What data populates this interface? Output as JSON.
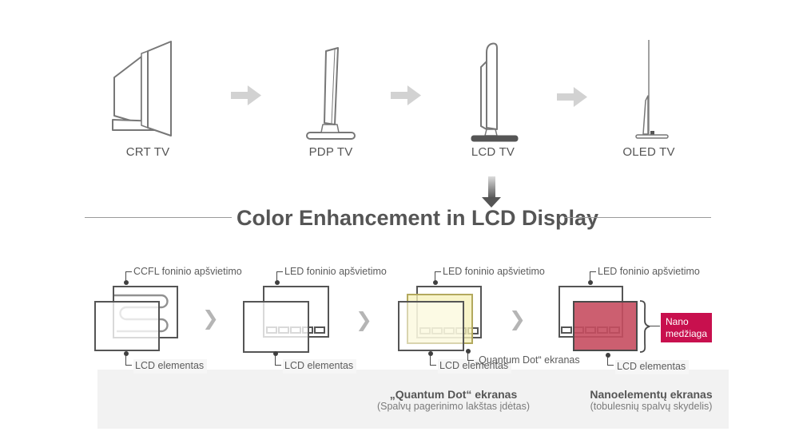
{
  "evolution": {
    "stages": [
      {
        "label": "CRT TV"
      },
      {
        "label": "PDP TV"
      },
      {
        "label": "LCD TV"
      },
      {
        "label": "OLED TV"
      }
    ]
  },
  "section_title": "Color Enhancement in LCD Display",
  "diagrams": [
    {
      "backlight_label": "CCFL foninio apšvietimo",
      "element_label": "LCD elementas"
    },
    {
      "backlight_label": "LED foninio apšvietimo",
      "element_label": "LCD elementas"
    },
    {
      "backlight_label": "LED foninio apšvietimo",
      "element_label": "LCD elementas",
      "sheet_label": "„Quantum Dot“ ekranas"
    },
    {
      "backlight_label": "LED foninio apšvietimo",
      "element_label": "LCD elementas",
      "nano_line1": "Nano",
      "nano_line2": "medžiaga"
    }
  ],
  "captions": [
    {
      "title": "„Quantum Dot“ ekranas",
      "subtitle": "(Spalvų pagerinimo lakštas įdėtas)"
    },
    {
      "title": "Nanoelementų ekranas",
      "subtitle": "(tobulesnių spalvų skydelis)"
    }
  ],
  "colors": {
    "accent_red": "#c8104e",
    "nano_fill": "#c64e61",
    "quantum_yellow": "#f6f1ba",
    "band_gray": "#f2f2f2",
    "outline_gray": "#555555",
    "arrow_gray": "#d2d2d2"
  }
}
